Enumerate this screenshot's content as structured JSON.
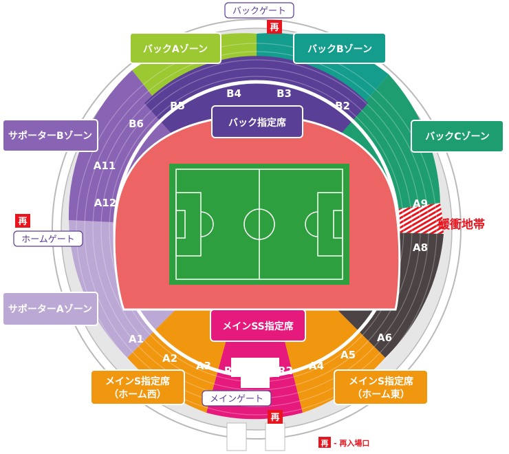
{
  "colors": {
    "back_a": "#9cc832",
    "back_b": "#149c8c",
    "back_c": "#1e9e70",
    "back_reserved": "#5a3f96",
    "supporter_b": "#8a64b4",
    "supporter_a": "#bca8d4",
    "main_ss": "#e6197d",
    "main_s": "#f0960f",
    "buffer": "#4b4343",
    "track": "#ec6464",
    "pitch": "#2e9f3e",
    "legend_red": "#e8141e"
  },
  "zones": {
    "back_a": "バックAゾーン",
    "back_b": "バックBゾーン",
    "back_c": "バックCゾーン",
    "back_reserved": "バック指定席",
    "supporter_b": "サポーターBゾーン",
    "supporter_a": "サポーターAゾーン",
    "main_ss": "メインSS指定席",
    "main_s_west_line1": "メインS指定席",
    "main_s_west_line2": "（ホーム西）",
    "main_s_east_line1": "メインS指定席",
    "main_s_east_line2": "（ホーム東）",
    "buffer": "緩衝地帯"
  },
  "gates": {
    "back": "バックゲート",
    "home": "ホームゲート",
    "main": "メインゲート"
  },
  "reentry": {
    "mark": "再",
    "legend": "- 再入場口"
  },
  "blocks": {
    "B4": "B4",
    "B3": "B3",
    "B5": "B5",
    "B2": "B2",
    "B6": "B6",
    "A11": "A11",
    "A12": "A12",
    "A9": "A9",
    "A8": "A8",
    "A1": "A1",
    "A2": "A2",
    "A3": "A3",
    "R1": "R1",
    "R2": "R2",
    "A4": "A4",
    "A5": "A5",
    "A6": "A6"
  }
}
